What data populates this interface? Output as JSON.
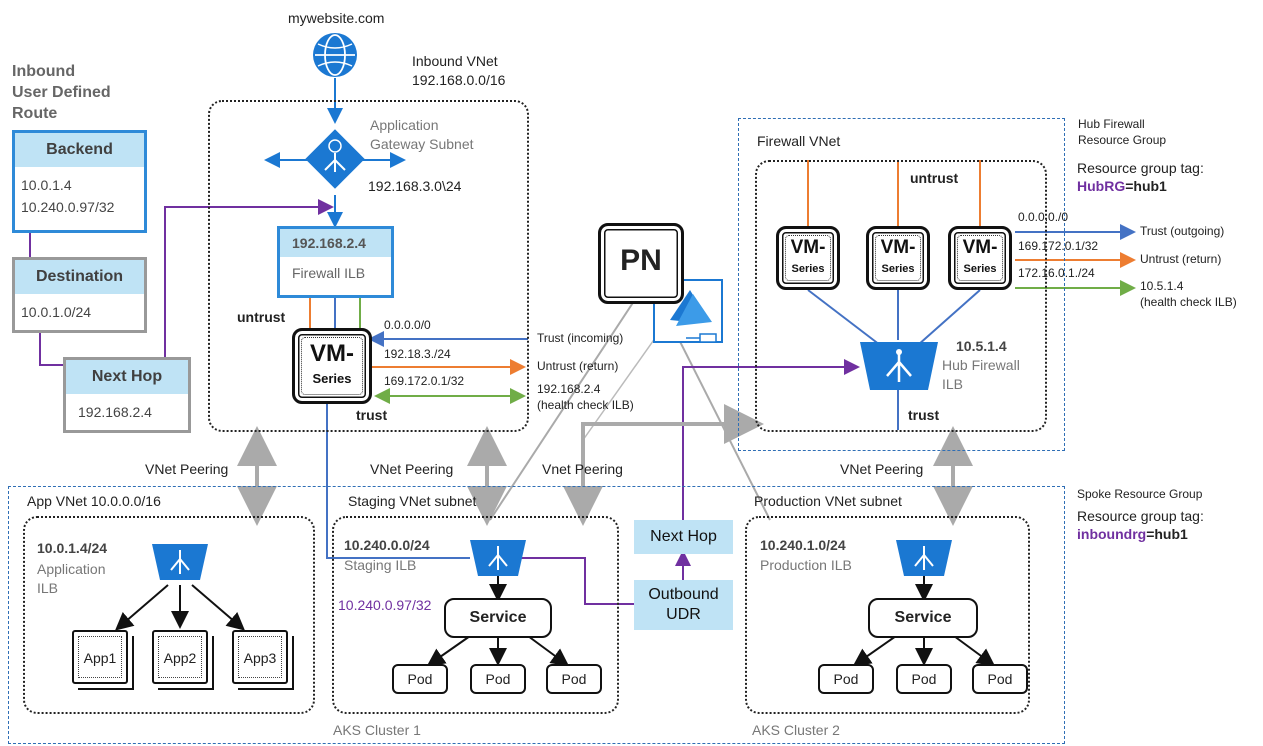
{
  "title": "mywebsite.com",
  "inbound_vnet": {
    "name": "Inbound VNet",
    "cidr": "192.168.0.0/16"
  },
  "udr_title": [
    "Inbound",
    "User Defined",
    "Route"
  ],
  "udr": {
    "backend": {
      "label": "Backend",
      "lines": [
        "10.0.1.4",
        "10.240.0.97/32"
      ]
    },
    "destination": {
      "label": "Destination",
      "value": "10.0.1.0/24"
    },
    "next_hop": {
      "label": "Next Hop",
      "value": "192.168.2.4"
    }
  },
  "app_gateway": {
    "line1": "Application",
    "line2": "Gateway Subnet",
    "cidr": "192.168.3.0\\24"
  },
  "firewall_ilb": {
    "ip": "192.168.2.4",
    "label": "Firewall ILB"
  },
  "inbound_vm": {
    "top": "VM-",
    "bottom": "Series",
    "untrust": "untrust",
    "trust": "trust"
  },
  "inbound_routes": {
    "r1": "0.0.0.0/0",
    "r2": "192.18.3./24",
    "r3": "169.172.0.1/32",
    "trust_in": "Trust (incoming)",
    "untrust_ret": "Untrust (return)",
    "hc_ip": "192.168.2.4",
    "hc_label": "(health check ILB)"
  },
  "pn": "PN",
  "hub": {
    "group_line1": "Hub Firewall",
    "group_line2": "Resource Group",
    "tag_label": "Resource group tag:",
    "tag_key": "HubRG",
    "tag_value": "=hub1",
    "vnet": "Firewall VNet",
    "untrust": "untrust",
    "trust": "trust",
    "ilb_ip": "10.5.1.4",
    "ilb_line1": "Hub Firewall",
    "ilb_line2": "ILB",
    "vm_top": "VM-",
    "vm_bottom": "Series",
    "r1": "0.0.0.0./0",
    "r2": "169.172.0.1/32",
    "r3": "172.16.0.1./24",
    "trust_out": "Trust (outgoing)",
    "untrust_ret": "Untrust (return)",
    "hc_ip": "10.5.1.4",
    "hc_label": "(health check ILB)"
  },
  "peering": {
    "p1": "VNet Peering",
    "p2": "VNet Peering",
    "p3": "Vnet Peering",
    "p4": "VNet Peering"
  },
  "spoke": {
    "group": "Spoke Resource Group",
    "tag_label": "Resource group tag:",
    "tag_key": "inboundrg",
    "tag_value": "=hub1"
  },
  "app_vnet": {
    "name": "App VNet 10.0.0.0/16",
    "ilb_ip": "10.0.1.4/24",
    "ilb_line1": "Application",
    "ilb_line2": "ILB",
    "apps": [
      "App1",
      "App2",
      "App3"
    ]
  },
  "staging": {
    "name": "Staging VNet subnet",
    "ilb_ip": "10.240.0.0/24",
    "ilb_label": "Staging ILB",
    "route": "10.240.0.97/32",
    "service": "Service",
    "pods": [
      "Pod",
      "Pod",
      "Pod"
    ],
    "cluster": "AKS Cluster 1"
  },
  "outbound": {
    "next_hop": "Next Hop",
    "udr_line1": "Outbound",
    "udr_line2": "UDR"
  },
  "production": {
    "name": "Production VNet subnet",
    "ilb_ip": "10.240.1.0/24",
    "ilb_label": "Production ILB",
    "service": "Service",
    "pods": [
      "Pod",
      "Pod",
      "Pod"
    ],
    "cluster": "AKS Cluster 2"
  },
  "colors": {
    "azure_blue": "#1b78d2",
    "purple": "#7030a0",
    "orange": "#ed7d31",
    "green": "#70ad47",
    "line_blue": "#4472c4",
    "gray": "#aaaaaa",
    "light_blue": "#bfe3f5"
  }
}
